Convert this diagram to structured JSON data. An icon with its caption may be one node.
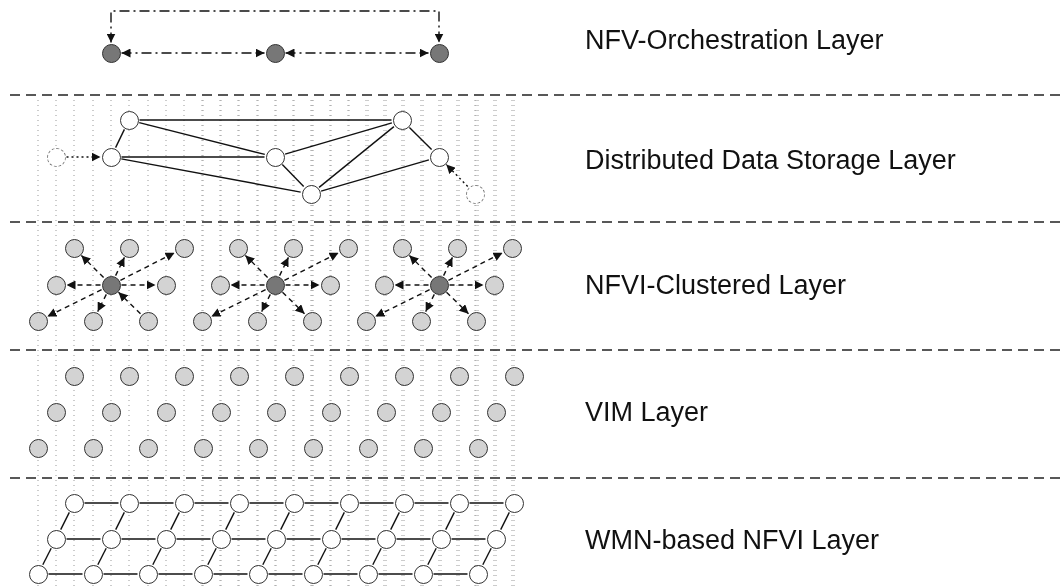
{
  "diagram": {
    "nodes": [
      {
        "text": [],
        "shape": "circle"
      },
      {
        "text": [],
        "shape": "circle"
      },
      {
        "text": [],
        "shape": "circle"
      },
      {
        "text": [],
        "shape": "circle"
      },
      {
        "text": [],
        "shape": "circle"
      },
      {
        "text": [],
        "shape": "circle"
      },
      {
        "text": [],
        "shape": "circle"
      },
      {
        "text": [],
        "shape": "circle"
      },
      {
        "text": [],
        "shape": "circle"
      },
      {
        "text": [],
        "shape": "circle"
      },
      {
        "text": [],
        "shape": "circle"
      },
      {
        "text": [],
        "shape": "circle"
      },
      {
        "text": [],
        "shape": "circle"
      },
      {
        "text": [],
        "shape": "circle"
      },
      {
        "text": [],
        "shape": "circle"
      },
      {
        "text": [],
        "shape": "circle"
      },
      {
        "text": [],
        "shape": "circle"
      },
      {
        "text": [],
        "shape": "circle"
      },
      {
        "text": [],
        "shape": "circle"
      },
      {
        "text": [],
        "shape": "circle"
      },
      {
        "text": [],
        "shape": "circle"
      },
      {
        "text": [],
        "shape": "circle"
      },
      {
        "text": [],
        "shape": "circle"
      },
      {
        "text": [],
        "shape": "circle"
      },
      {
        "text": [],
        "shape": "circle"
      },
      {
        "text": [],
        "shape": "circle"
      },
      {
        "text": [],
        "shape": "circle"
      },
      {
        "text": [],
        "shape": "circle"
      },
      {
        "text": [],
        "shape": "circle"
      },
      {
        "text": [],
        "shape": "circle"
      },
      {
        "text": [],
        "shape": "circle"
      },
      {
        "text": [],
        "shape": "circle"
      },
      {
        "text": [],
        "shape": "circle"
      },
      {
        "text": [],
        "shape": "circle"
      },
      {
        "text": [],
        "shape": "circle"
      },
      {
        "text": [],
        "shape": "circle"
      },
      {
        "text": [],
        "shape": "circle"
      },
      {
        "text": [],
        "shape": "circle"
      },
      {
        "text": [],
        "shape": "circle"
      },
      {
        "text": [],
        "shape": "circle"
      },
      {
        "text": [],
        "shape": "circle"
      },
      {
        "text": [],
        "shape": "circle"
      },
      {
        "text": [],
        "shape": "circle"
      },
      {
        "text": [],
        "shape": "circle"
      },
      {
        "text": [],
        "shape": "circle"
      },
      {
        "text": [],
        "shape": "circle"
      },
      {
        "text": [],
        "shape": "circle"
      },
      {
        "text": [],
        "shape": "circle"
      },
      {
        "text": [],
        "shape": "circle"
      },
      {
        "text": [],
        "shape": "circle"
      },
      {
        "text": [],
        "shape": "circle"
      },
      {
        "text": [],
        "shape": "circle"
      },
      {
        "text": [],
        "shape": "circle"
      },
      {
        "text": [],
        "shape": "circle"
      },
      {
        "text": [],
        "shape": "circle"
      },
      {
        "text": [],
        "shape": "circle"
      },
      {
        "text": [],
        "shape": "circle"
      },
      {
        "text": [],
        "shape": "circle"
      },
      {
        "text": [],
        "shape": "circle"
      },
      {
        "text": [],
        "shape": "circle"
      },
      {
        "text": [],
        "shape": "circle"
      },
      {
        "text": [],
        "shape": "circle"
      },
      {
        "text": [],
        "shape": "circle"
      },
      {
        "text": [],
        "shape": "circle"
      },
      {
        "text": [],
        "shape": "circle"
      },
      {
        "text": [],
        "shape": "circle"
      },
      {
        "text": [],
        "shape": "circle"
      },
      {
        "text": [],
        "shape": "circle"
      },
      {
        "text": [],
        "shape": "circle"
      },
      {
        "text": [],
        "shape": "circle"
      },
      {
        "text": [],
        "shape": "circle"
      },
      {
        "text": [],
        "shape": "circle"
      },
      {
        "text": [],
        "shape": "circle"
      },
      {
        "text": [],
        "shape": "circle"
      },
      {
        "text": [],
        "shape": "circle"
      },
      {
        "text": [],
        "shape": "circle"
      },
      {
        "text": [],
        "shape": "circle"
      },
      {
        "text": [],
        "shape": "circle"
      },
      {
        "text": [],
        "shape": "circle"
      },
      {
        "text": [],
        "shape": "circle"
      },
      {
        "text": [],
        "shape": "circle"
      },
      {
        "text": [],
        "shape": "circle"
      },
      {
        "text": [],
        "shape": "circle"
      },
      {
        "text": [],
        "shape": "circle"
      },
      {
        "text": [],
        "shape": "circle"
      },
      {
        "text": [],
        "shape": "circle"
      },
      {
        "text": [],
        "shape": "circle"
      },
      {
        "text": [],
        "shape": "circle"
      },
      {
        "text": [],
        "shape": "circle"
      },
      {
        "text": [],
        "shape": "circle"
      },
      {
        "text": [],
        "shape": "circle"
      },
      {
        "text": [],
        "shape": "circle"
      }
    ],
    "edges": [
      {
        "from": 0,
        "to": 1,
        "arrow": "both",
        "style": "dashed"
      },
      {
        "from": 1,
        "to": 2,
        "arrow": "both",
        "style": "dashed"
      },
      {
        "from": 0,
        "to": 2,
        "arrow": "both",
        "style": "dashed"
      },
      {
        "from": 3,
        "to": 4,
        "arrow": "none"
      },
      {
        "from": 3,
        "to": 7,
        "arrow": "none"
      },
      {
        "from": 3,
        "to": 6,
        "arrow": "none"
      },
      {
        "from": 6,
        "to": 7,
        "arrow": "none"
      },
      {
        "from": 6,
        "to": 9,
        "arrow": "none"
      },
      {
        "from": 7,
        "to": 4,
        "arrow": "none"
      },
      {
        "from": 7,
        "to": 9,
        "arrow": "none"
      },
      {
        "from": 9,
        "to": 4,
        "arrow": "none"
      },
      {
        "from": 4,
        "to": 8,
        "arrow": "none"
      },
      {
        "from": 8,
        "to": 9,
        "arrow": "none"
      },
      {
        "from": 5,
        "to": 6,
        "arrow": "to",
        "style": "dashed"
      },
      {
        "from": 10,
        "to": 8,
        "arrow": "to",
        "style": "dashed"
      },
      {
        "from": 21,
        "to": 11,
        "arrow": "to",
        "style": "dashed"
      },
      {
        "from": 21,
        "to": 12,
        "arrow": "to",
        "style": "dashed"
      },
      {
        "from": 21,
        "to": 13,
        "arrow": "to",
        "style": "dashed"
      },
      {
        "from": 21,
        "to": 20,
        "arrow": "to",
        "style": "dashed"
      },
      {
        "from": 21,
        "to": 22,
        "arrow": "to",
        "style": "dashed"
      },
      {
        "from": 21,
        "to": 29,
        "arrow": "to",
        "style": "dashed"
      },
      {
        "from": 21,
        "to": 30,
        "arrow": "to",
        "style": "dashed"
      },
      {
        "from": 31,
        "to": 21,
        "arrow": "to",
        "style": "dashed"
      },
      {
        "from": 24,
        "to": 14,
        "arrow": "to",
        "style": "dashed"
      },
      {
        "from": 24,
        "to": 15,
        "arrow": "to",
        "style": "dashed"
      },
      {
        "from": 24,
        "to": 16,
        "arrow": "to",
        "style": "dashed"
      },
      {
        "from": 24,
        "to": 23,
        "arrow": "to",
        "style": "dashed"
      },
      {
        "from": 24,
        "to": 25,
        "arrow": "to",
        "style": "dashed"
      },
      {
        "from": 24,
        "to": 32,
        "arrow": "to",
        "style": "dashed"
      },
      {
        "from": 24,
        "to": 33,
        "arrow": "to",
        "style": "dashed"
      },
      {
        "from": 24,
        "to": 34,
        "arrow": "to",
        "style": "dashed"
      },
      {
        "from": 27,
        "to": 17,
        "arrow": "to",
        "style": "dashed"
      },
      {
        "from": 27,
        "to": 18,
        "arrow": "to",
        "style": "dashed"
      },
      {
        "from": 27,
        "to": 19,
        "arrow": "to",
        "style": "dashed"
      },
      {
        "from": 27,
        "to": 26,
        "arrow": "to",
        "style": "dashed"
      },
      {
        "from": 27,
        "to": 28,
        "arrow": "to",
        "style": "dashed"
      },
      {
        "from": 27,
        "to": 35,
        "arrow": "to",
        "style": "dashed"
      },
      {
        "from": 27,
        "to": 36,
        "arrow": "to",
        "style": "dashed"
      },
      {
        "from": 27,
        "to": 37,
        "arrow": "to",
        "style": "dashed"
      },
      {
        "from": 65,
        "to": 66,
        "arrow": "none"
      },
      {
        "from": 66,
        "to": 67,
        "arrow": "none"
      },
      {
        "from": 67,
        "to": 68,
        "arrow": "none"
      },
      {
        "from": 68,
        "to": 69,
        "arrow": "none"
      },
      {
        "from": 69,
        "to": 70,
        "arrow": "none"
      },
      {
        "from": 70,
        "to": 71,
        "arrow": "none"
      },
      {
        "from": 71,
        "to": 72,
        "arrow": "none"
      },
      {
        "from": 72,
        "to": 73,
        "arrow": "none"
      },
      {
        "from": 74,
        "to": 75,
        "arrow": "none"
      },
      {
        "from": 75,
        "to": 76,
        "arrow": "none"
      },
      {
        "from": 76,
        "to": 77,
        "arrow": "none"
      },
      {
        "from": 77,
        "to": 78,
        "arrow": "none"
      },
      {
        "from": 78,
        "to": 79,
        "arrow": "none"
      },
      {
        "from": 79,
        "to": 80,
        "arrow": "none"
      },
      {
        "from": 80,
        "to": 81,
        "arrow": "none"
      },
      {
        "from": 81,
        "to": 82,
        "arrow": "none"
      },
      {
        "from": 83,
        "to": 84,
        "arrow": "none"
      },
      {
        "from": 84,
        "to": 85,
        "arrow": "none"
      },
      {
        "from": 85,
        "to": 86,
        "arrow": "none"
      },
      {
        "from": 86,
        "to": 87,
        "arrow": "none"
      },
      {
        "from": 87,
        "to": 88,
        "arrow": "none"
      },
      {
        "from": 88,
        "to": 89,
        "arrow": "none"
      },
      {
        "from": 89,
        "to": 90,
        "arrow": "none"
      },
      {
        "from": 90,
        "to": 91,
        "arrow": "none"
      },
      {
        "from": 74,
        "to": 65,
        "arrow": "none"
      },
      {
        "from": 75,
        "to": 66,
        "arrow": "none"
      },
      {
        "from": 76,
        "to": 67,
        "arrow": "none"
      },
      {
        "from": 77,
        "to": 68,
        "arrow": "none"
      },
      {
        "from": 78,
        "to": 69,
        "arrow": "none"
      },
      {
        "from": 79,
        "to": 70,
        "arrow": "none"
      },
      {
        "from": 80,
        "to": 71,
        "arrow": "none"
      },
      {
        "from": 81,
        "to": 72,
        "arrow": "none"
      },
      {
        "from": 82,
        "to": 73,
        "arrow": "none"
      },
      {
        "from": 83,
        "to": 74,
        "arrow": "none"
      },
      {
        "from": 84,
        "to": 75,
        "arrow": "none"
      },
      {
        "from": 85,
        "to": 76,
        "arrow": "none"
      },
      {
        "from": 86,
        "to": 77,
        "arrow": "none"
      },
      {
        "from": 87,
        "to": 78,
        "arrow": "none"
      },
      {
        "from": 88,
        "to": 79,
        "arrow": "none"
      },
      {
        "from": 89,
        "to": 80,
        "arrow": "none"
      },
      {
        "from": 90,
        "to": 81,
        "arrow": "none"
      },
      {
        "from": 91,
        "to": 82,
        "arrow": "none"
      }
    ],
    "labels": [
      "NFV-Orchestration Layer",
      "Distributed Data Storage Layer",
      "NFVI-Clustered Layer",
      "VIM Layer",
      "WMN-based NFVI Layer"
    ]
  }
}
